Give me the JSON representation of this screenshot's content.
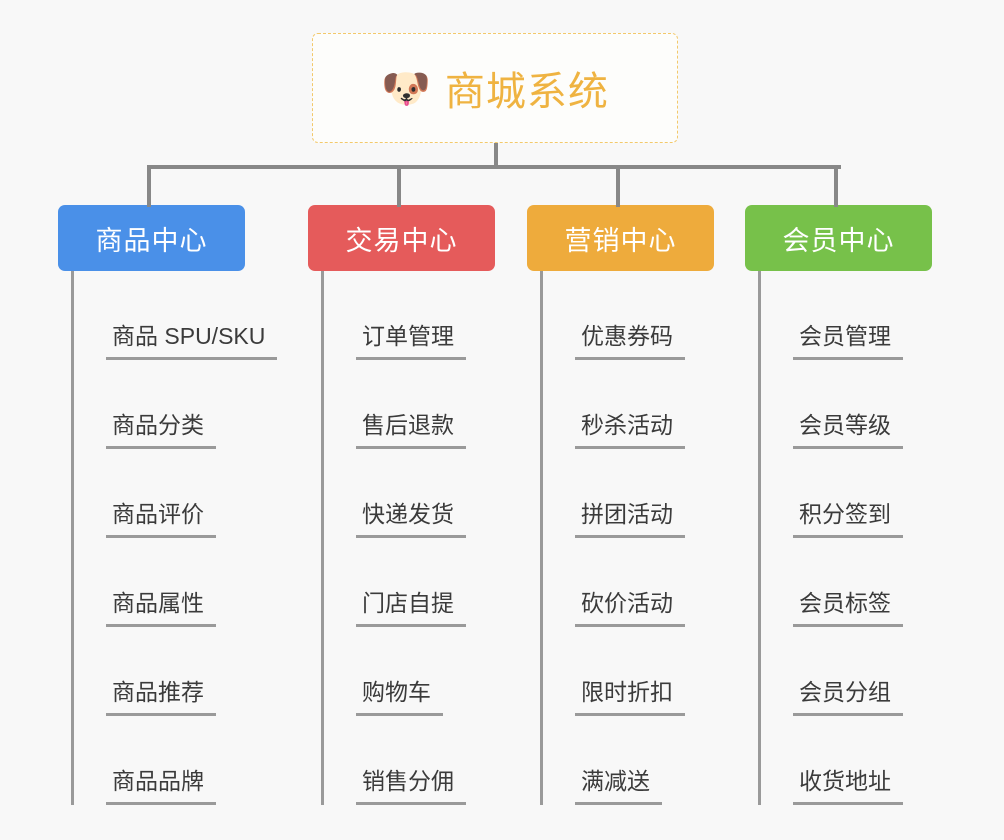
{
  "page": {
    "background_color": "#f8f8f8",
    "type": "org-chart"
  },
  "root": {
    "title": "商城系统",
    "icon": "dog-face-emoji",
    "icon_glyph": "🐶",
    "text_color": "#efb341",
    "border_color": "#f3c96b",
    "background_color": "#fdfdfb"
  },
  "connector_color": "#888888",
  "categories": [
    {
      "label": "商品中心",
      "color": "#4a90e8",
      "items": [
        "商品 SPU/SKU",
        "商品分类",
        "商品评价",
        "商品属性",
        "商品推荐",
        "商品品牌"
      ]
    },
    {
      "label": "交易中心",
      "color": "#e55b5b",
      "items": [
        "订单管理",
        "售后退款",
        "快递发货",
        "门店自提",
        "购物车",
        "销售分佣"
      ]
    },
    {
      "label": "营销中心",
      "color": "#eeab3c",
      "items": [
        "优惠券码",
        "秒杀活动",
        "拼团活动",
        "砍价活动",
        "限时折扣",
        "满减送"
      ]
    },
    {
      "label": "会员中心",
      "color": "#77c14a",
      "items": [
        "会员管理",
        "会员等级",
        "积分签到",
        "会员标签",
        "会员分组",
        "收货地址"
      ]
    }
  ]
}
